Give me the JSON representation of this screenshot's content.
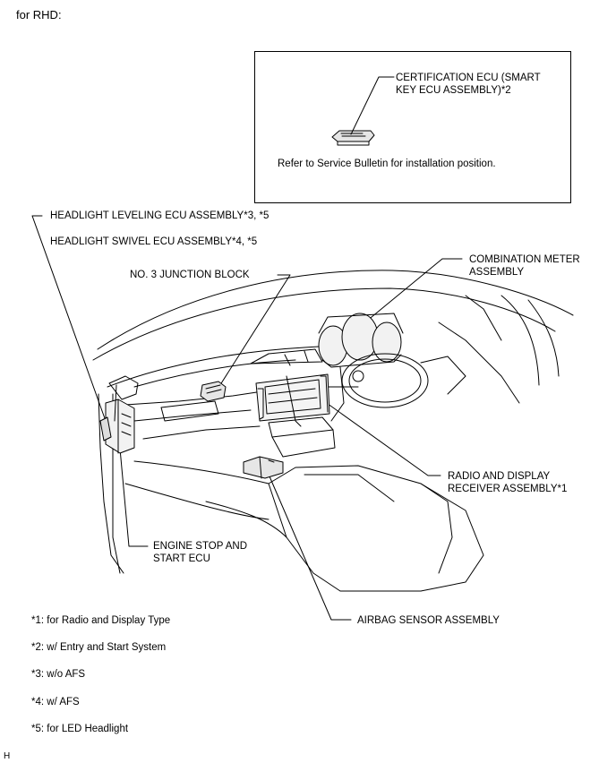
{
  "page_title": "for RHD:",
  "inset": {
    "label_line1": "CERTIFICATION ECU (SMART",
    "label_line2": "KEY ECU ASSEMBLY)*2",
    "note": "Refer to Service Bulletin for installation position."
  },
  "labels": {
    "headlight_leveling": "HEADLIGHT LEVELING ECU ASSEMBLY*3, *5",
    "headlight_swivel": "HEADLIGHT SWIVEL ECU ASSEMBLY*4, *5",
    "junction_block": "NO. 3 JUNCTION BLOCK",
    "combination_meter_line1": "COMBINATION METER",
    "combination_meter_line2": "ASSEMBLY",
    "radio_line1": "RADIO AND DISPLAY",
    "radio_line2": "RECEIVER ASSEMBLY*1",
    "engine_stop_line1": "ENGINE STOP AND",
    "engine_stop_line2": "START ECU",
    "airbag_sensor": "AIRBAG SENSOR ASSEMBLY"
  },
  "footnotes": [
    "*1: for Radio and Display Type",
    "*2: w/ Entry and Start System",
    "*3: w/o AFS",
    "*4: w/ AFS",
    "*5: for LED Headlight"
  ],
  "figure_id": "H"
}
